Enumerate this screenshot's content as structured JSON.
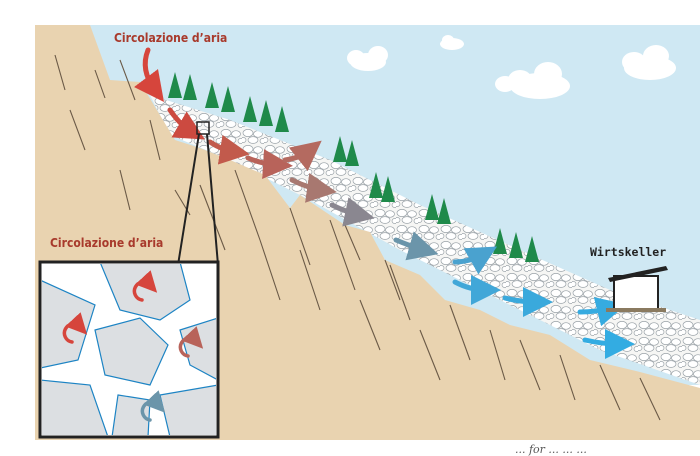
{
  "labels": {
    "top_air": "Circolazione d’aria",
    "inset_air": "Circolazione d’aria",
    "building": "Wirtskeller",
    "footer": "... for ... ... ..."
  },
  "colors": {
    "sky": "#cfe8f3",
    "rock": "#e9d3b0",
    "scree": "#f4f4f2",
    "tree": "#1f8a4a",
    "warm_arrow": "#c9413a",
    "cool_arrow": "#3aa0d6",
    "inset_bg": "#ffffff",
    "inset_stone": "#dcdfe2"
  }
}
